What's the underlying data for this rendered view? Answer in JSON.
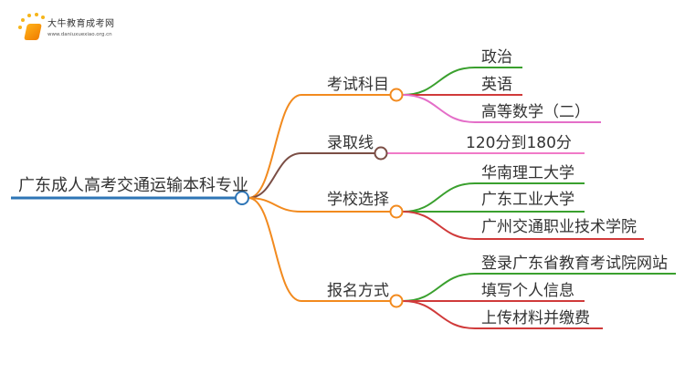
{
  "logo": {
    "title": "大牛教育成考网",
    "url": "www.daniuxuexiao.org.cn"
  },
  "mindmap": {
    "root": {
      "label": "广东成人高考交通运输本科专业",
      "color": "#2e75b6"
    },
    "branches": [
      {
        "label": "考试科目",
        "color": "#f28a1e",
        "children": [
          {
            "label": "政治",
            "color": "#3aa02e"
          },
          {
            "label": "英语",
            "color": "#d03a3a"
          },
          {
            "label": "高等数学（二）",
            "color": "#e46ec8"
          }
        ]
      },
      {
        "label": "录取线",
        "color": "#7b4e45",
        "children": [
          {
            "label": "120分到180分",
            "color": "#f07ac8"
          }
        ]
      },
      {
        "label": "学校选择",
        "color": "#f28a1e",
        "children": [
          {
            "label": "华南理工大学",
            "color": "#3aa02e"
          },
          {
            "label": "广东工业大学",
            "color": "#3aa02e"
          },
          {
            "label": "广州交通职业技术学院",
            "color": "#d03a3a"
          }
        ]
      },
      {
        "label": "报名方式",
        "color": "#f28a1e",
        "children": [
          {
            "label": "登录广东省教育考试院网站",
            "color": "#3aa02e"
          },
          {
            "label": "填写个人信息",
            "color": "#d03a3a"
          },
          {
            "label": "上传材料并缴费",
            "color": "#d03a3a"
          }
        ]
      }
    ]
  }
}
